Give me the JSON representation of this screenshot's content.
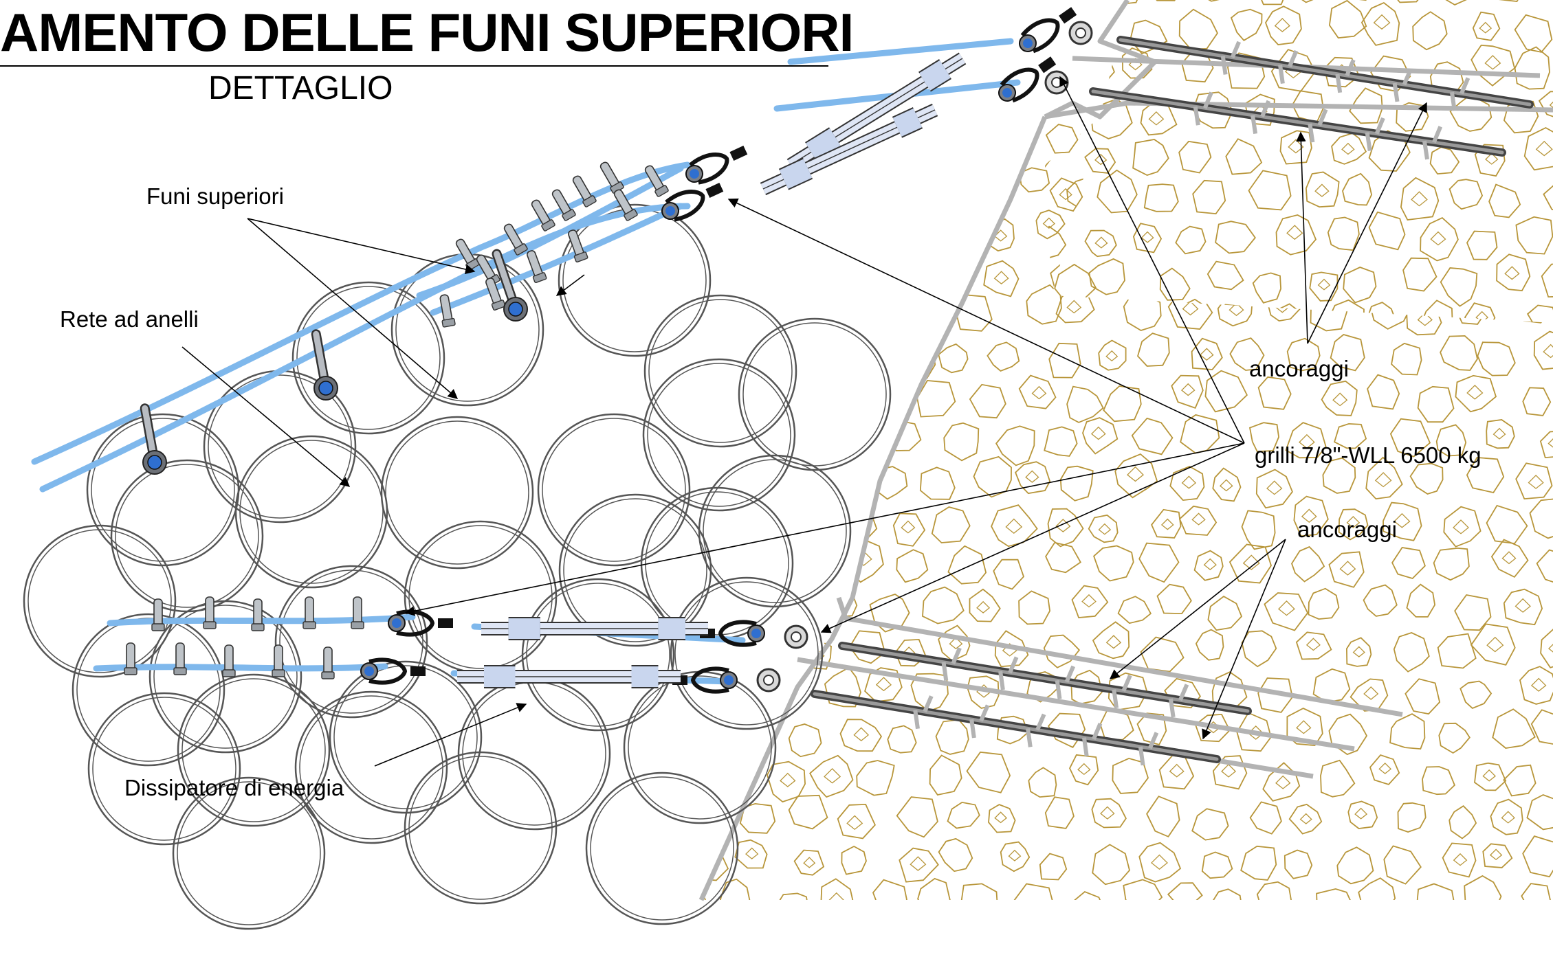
{
  "title": "AMENTO DELLE FUNI SUPERIORI",
  "subtitle": "DETTAGLIO",
  "labels": {
    "funi_superiori": "Funi superiori",
    "rete_ad_anelli": "Rete ad anelli",
    "ancoraggi_top": "ancoraggi",
    "grilli": "grilli 7/8\"-WLL 6500 kg",
    "ancoraggi_bottom": "ancoraggi",
    "dissipatore": "Dissipatore di energia"
  },
  "colors": {
    "cable": "#7fb8ec",
    "rock": "#b8963a",
    "ring": "#555555",
    "terrain_outline": "#b3b3b3",
    "clamp": "#bfc4c9",
    "shackle_pin": "#2f6fd0"
  }
}
